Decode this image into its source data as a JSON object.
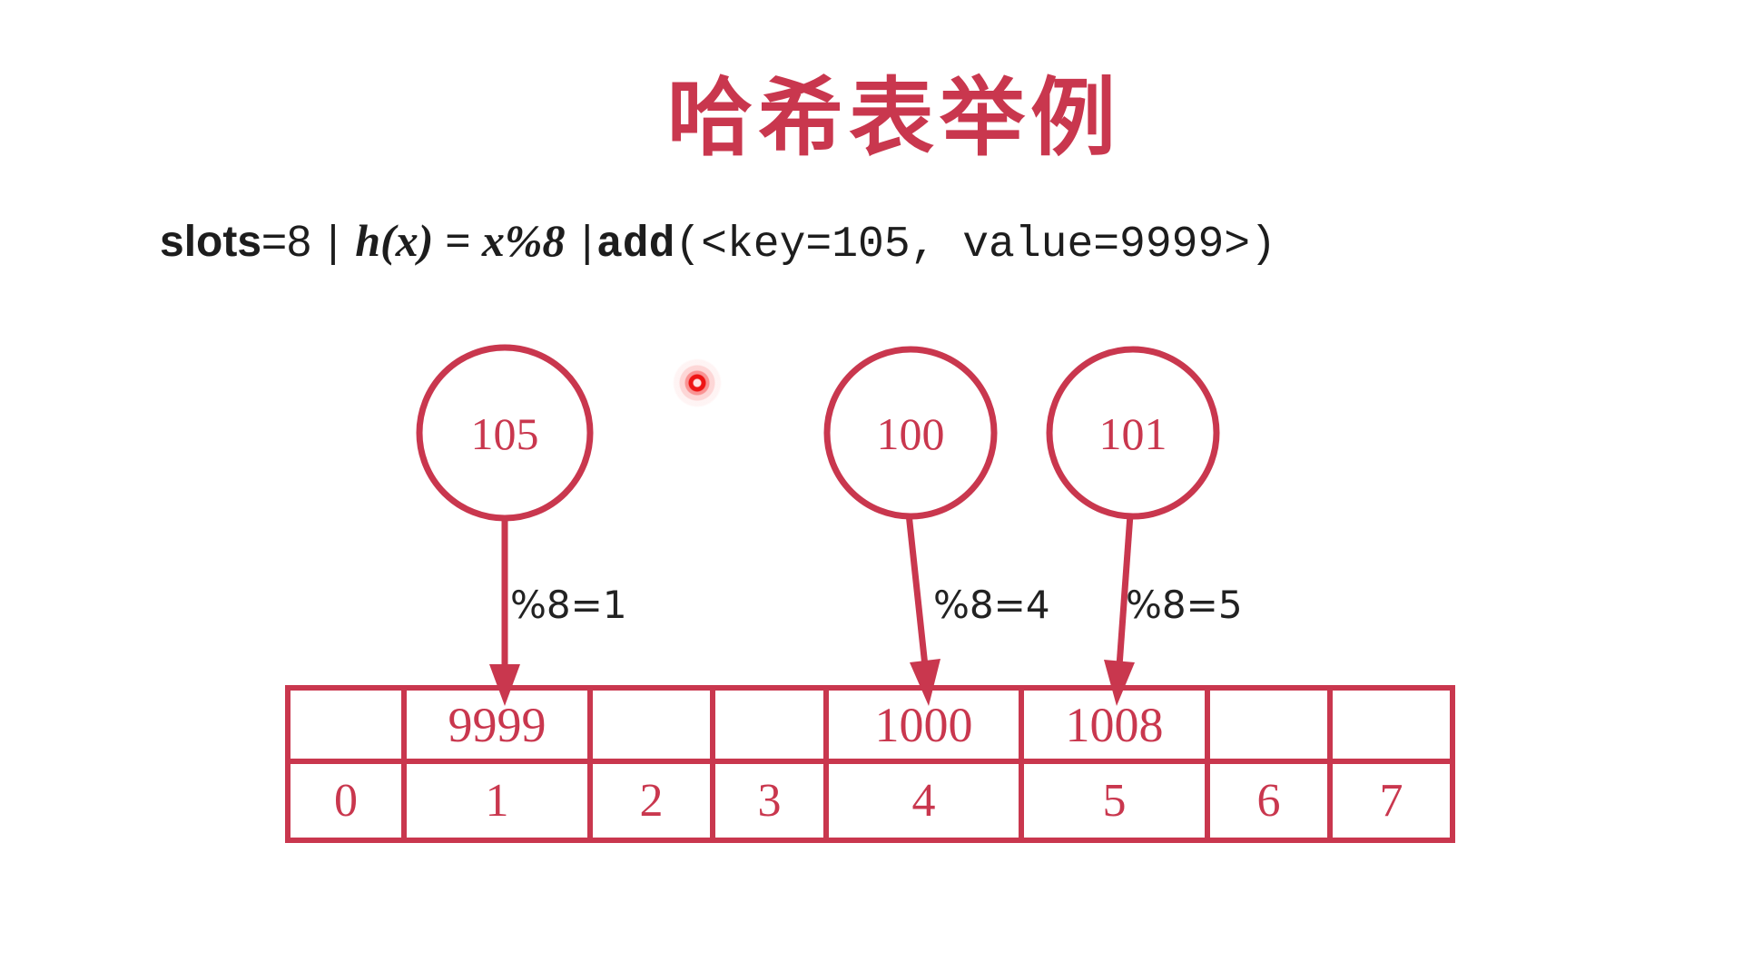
{
  "title": "哈希表举例",
  "formula": {
    "slots_label": "slots",
    "slots_value": "=8",
    "pipe": "|",
    "hash_fn": "h(x) = x%8",
    "add_label": "add",
    "add_args": "(<key=105, value=9999>)"
  },
  "colors": {
    "accent": "#C9374E",
    "ink": "#222222",
    "laser": "#EE1515"
  },
  "diagram": {
    "keys": [
      {
        "label": "105",
        "mod_label": "%8=1"
      },
      {
        "label": "100",
        "mod_label": "%8=4"
      },
      {
        "label": "101",
        "mod_label": "%8=5"
      }
    ],
    "table": {
      "values": [
        "",
        "9999",
        "",
        "",
        "1000",
        "1008",
        "",
        ""
      ],
      "indices": [
        "0",
        "1",
        "2",
        "3",
        "4",
        "5",
        "6",
        "7"
      ]
    }
  }
}
